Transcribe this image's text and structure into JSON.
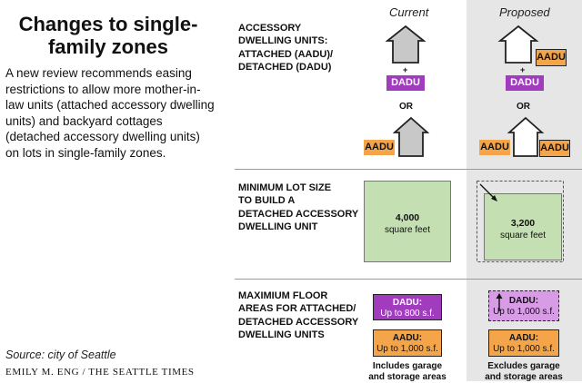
{
  "title": "Changes to single-family zones",
  "intro": "A new review recommends easing restrictions to allow more mother-in-law units (attached accessory dwelling units) and backyard cottages (detached accessory dwelling units) on lots in single-family zones.",
  "source": "Source: city of Seattle",
  "credit": "EMILY M. ENG / THE SEATTLE TIMES",
  "columns": {
    "current": "Current",
    "proposed": "Proposed"
  },
  "sections": {
    "adu": {
      "label_lines": [
        "ACCESSORY",
        "DWELLING UNITS:",
        "ATTACHED (AADU)/",
        "DETACHED (DADU)"
      ],
      "plus": "+",
      "or": "OR",
      "dadu_tag": "DADU",
      "aadu_tag": "AADU"
    },
    "lot_size": {
      "label_lines": [
        "MINIMUM LOT SIZE",
        "TO BUILD A",
        "DETACHED ACCESSORY",
        "DWELLING UNIT"
      ],
      "current_value": "4,000",
      "proposed_value": "3,200",
      "unit": "square feet"
    },
    "floor_area": {
      "label_lines": [
        "MAXIMIUM FLOOR",
        "AREAS FOR ATTACHED/",
        "DETACHED ACCESSORY",
        "DWELLING UNITS"
      ],
      "dadu_label": "DADU:",
      "aadu_label": "AADU:",
      "current_dadu_value": "Up to 800 s.f.",
      "current_aadu_value": "Up to 1,000 s.f.",
      "proposed_dadu_value": "Up to 1,000 s.f.",
      "proposed_aadu_value": "Up to 1,000 s.f.",
      "current_note": "Includes garage and storage areas",
      "proposed_note": "Excludes garage and storage areas"
    }
  },
  "colors": {
    "dadu": "#a23cbf",
    "aadu": "#f4a54a",
    "lot": "#c4dfb1",
    "proposed_column": "#e6e6e6",
    "house_fill": "#c8c8c8"
  }
}
